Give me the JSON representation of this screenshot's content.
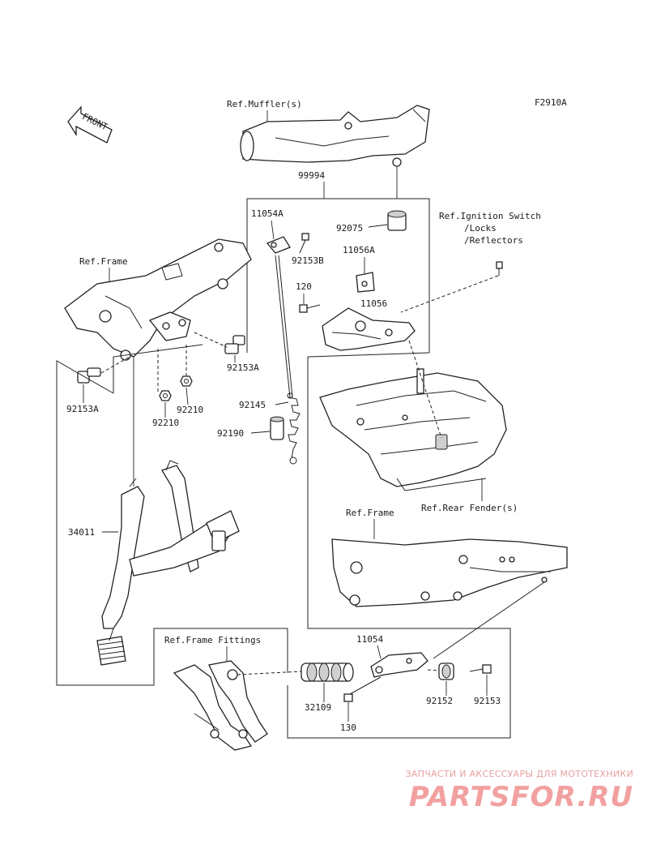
{
  "figure_code": "F2910A",
  "front_arrow": "FRONT",
  "refs": {
    "muffler": "Ref.Muffler(s)",
    "frame_left": "Ref.Frame",
    "ignition_line1": "Ref.Ignition Switch",
    "ignition_line2": "/Locks",
    "ignition_line3": "/Reflectors",
    "rear_fender": "Ref.Rear Fender(s)",
    "frame_right": "Ref.Frame",
    "frame_fittings": "Ref.Frame Fittings"
  },
  "parts": {
    "p99994": "99994",
    "p11054A": "11054A",
    "p92075": "92075",
    "p92153B": "92153B",
    "p11056A": "11056A",
    "p120": "120",
    "p11056": "11056",
    "p92153A_right": "92153A",
    "p92153A_left": "92153A",
    "p92210_a": "92210",
    "p92210_b": "92210",
    "p92145": "92145",
    "p92190": "92190",
    "p34011": "34011",
    "p11054": "11054",
    "p32109": "32109",
    "p92152": "92152",
    "p92153": "92153",
    "p130": "130"
  },
  "watermark": {
    "tagline": "ЗАПЧАСТИ И АКСЕССУАРЫ ДЛЯ МОТОТЕХНИКИ",
    "brand": "PARTSFOR.RU",
    "color": "#f2a0a0"
  }
}
